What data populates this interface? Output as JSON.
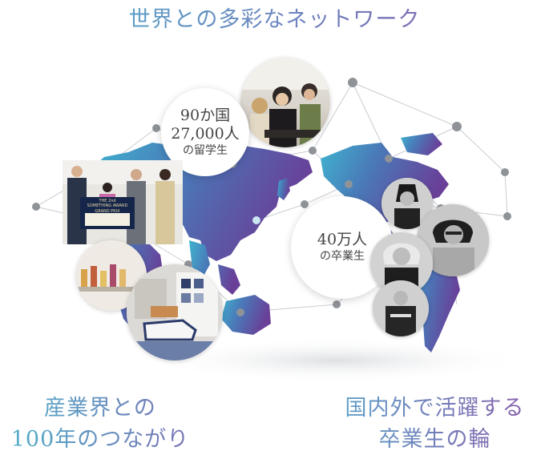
{
  "title": "世界との多彩なネットワーク",
  "bubble_students": {
    "line1": "90か国",
    "line2": "27,000人",
    "line3": "の留学生"
  },
  "bubble_alumni": {
    "line1": "40万人",
    "line2": "の卒業生"
  },
  "caption_left": {
    "line1": "産業界との",
    "line2": "100年のつながり"
  },
  "caption_right": {
    "line1": "国内外で活躍する",
    "line2": "卒業生の輪"
  },
  "award_sign": {
    "line1": "THE 2nd",
    "line2": "SOMETHING AWARD",
    "line3": "GRAND PRIX"
  },
  "colors": {
    "map_teal": "#4aa8c8",
    "map_purple": "#6a4a9c",
    "network_node": "#8d9096",
    "network_line": "#b8bcc2"
  }
}
